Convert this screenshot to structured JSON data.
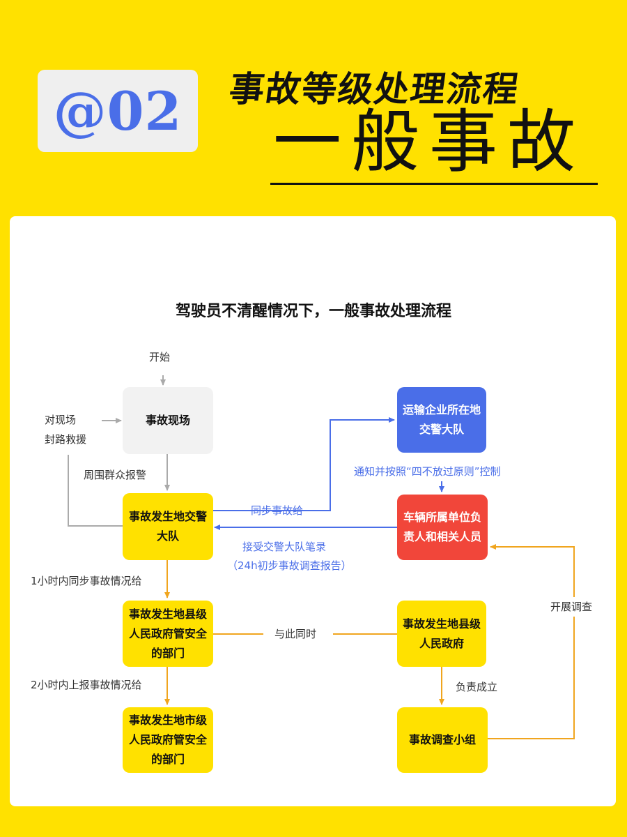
{
  "header": {
    "badge": "@02",
    "title": "事故等级处理流程",
    "subtitle": "一般事故"
  },
  "diagram": {
    "heading": "驾驶员不清醒情况下，一般事故处理流程",
    "nodes": {
      "scene": "事故现场",
      "police_team": "事故发生地交警\n大队",
      "county_dept": "事故发生地县级\n人民政府管安全\n的部门",
      "city_dept": "事故发生地市级\n人民政府管安全\n的部门",
      "company_police": "运输企业所在地\n交警大队",
      "vehicle_owner": "车辆所属单位负\n责人和相关人员",
      "county_gov": "事故发生地县级\n人民政府",
      "investigation_team": "事故调查小组"
    },
    "labels": {
      "start": "开始",
      "rescue": "对现场\n封路救援",
      "crowd_report": "周围群众报警",
      "sync_to": "同步事故给",
      "notify": "通知并按照“四不放过原则”控制",
      "accept": "接受交警大队笔录",
      "report_24h": "（24h初步事故调查报告）",
      "one_hour": "1小时内同步事故情况给",
      "two_hour": "2小时内上报事故情况给",
      "meanwhile": "与此同时",
      "responsible": "负责成立",
      "investigate": "开展调查"
    },
    "colors": {
      "yellow": "#ffe100",
      "blue": "#4a6ee8",
      "red": "#f1463a",
      "gray_line": "#aaaaaa",
      "orange_line": "#f0a51e"
    }
  }
}
